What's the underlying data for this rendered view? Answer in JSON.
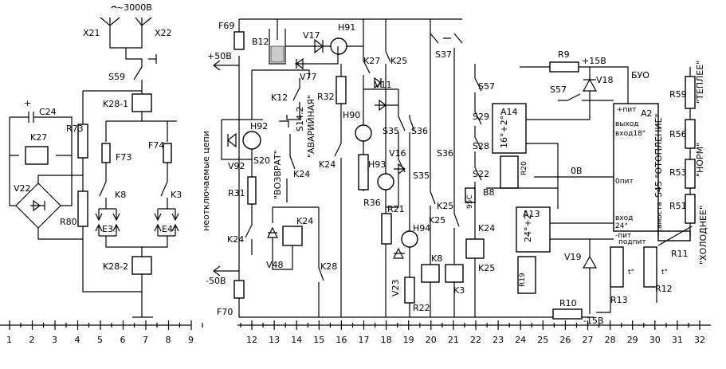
{
  "labels": {
    "hv": "~3000В",
    "x21": "X21",
    "x22": "X22",
    "s59": "S59",
    "k28_1": "K28-1",
    "k28_2": "K28-2",
    "c24": "C24",
    "k27a": "K27",
    "v22": "V22",
    "r73": "R73",
    "r80": "R80",
    "f73": "F73",
    "f74": "F74",
    "k8a": "K8",
    "k3a": "K3",
    "e3": "E3",
    "e4": "E4",
    "f69": "F69",
    "f70": "F70",
    "p50": "+50В",
    "m50": "-50В",
    "vert_text": "неотключаемые цепи",
    "b12": "B12",
    "v17": "V17",
    "h91": "H91",
    "v77": "V77",
    "k27b": "K27",
    "k25a": "K25",
    "v11": "V11",
    "k12": "K12",
    "s14_2": "S14.2",
    "avar": "\"АВАРИЙНАЯ\"",
    "r32": "R32",
    "h90": "H90",
    "h92": "H92",
    "v92": "V92",
    "s20": "S20",
    "vozvrat": "\"ВОЗВРАТ\"",
    "k24a": "K24",
    "k24b": "K24",
    "k24c": "K24",
    "k24d": "K24",
    "k24e": "K24",
    "r31": "R31",
    "v48": "V48",
    "k28": "K28",
    "r36": "R36",
    "h93": "H93",
    "v16": "V16",
    "s35a": "S35",
    "s36a": "S36",
    "s35b": "S35",
    "s36b": "S36",
    "r21": "R21",
    "h94": "H94",
    "v23": "V23",
    "r22": "R22",
    "k8b": "K8",
    "k3b": "K3",
    "k25b": "K25",
    "k25c": "K25",
    "k25d": "K25",
    "s37": "S37",
    "s57a": "S57",
    "s29": "S29",
    "s28": "S28",
    "s22": "S22",
    "b8": "B8",
    "t95": "95С",
    "a14": "A14",
    "a14v": "16°+2°",
    "r20": "R20",
    "a13": "A13",
    "a13v": "24°+2°",
    "r19": "R19",
    "r9": "R9",
    "p15": "+15В",
    "s57b": "S57",
    "v18": "V18",
    "buo": "БУО",
    "a2": "A2",
    "pit_p": "+пит",
    "vyhod": "выход",
    "vhod18": "вход18°",
    "ov": "0В",
    "opit": "0пит",
    "vhod24": "вход",
    "vhod24b": "24°",
    "mpit": "-пит",
    "podpit": "подпит",
    "samosta": "самоста",
    "v19": "V19",
    "r10": "R10",
    "m15": "-15В",
    "r13": "R13",
    "r12": "R12",
    "r11": "R11",
    "r59": "R59",
    "r56": "R56",
    "r53": "R53",
    "r51": "R51",
    "s45": "S45 \"ОТОПЛЕНИЕ\"",
    "teplee": "\"ТЕПЛЕЕ\"",
    "norm": "\"НОРМ\"",
    "holodnee": "\"ХОЛОДНЕЕ\"",
    "tdeg": "t°"
  },
  "ruler_left": [
    "1",
    "2",
    "3",
    "4",
    "5",
    "6",
    "7",
    "8",
    "9"
  ],
  "ruler_right": [
    "12",
    "13",
    "14",
    "15",
    "16",
    "17",
    "18",
    "19",
    "20",
    "21",
    "22",
    "23",
    "24",
    "25",
    "26",
    "27",
    "28",
    "29",
    "30",
    "31",
    "32"
  ]
}
